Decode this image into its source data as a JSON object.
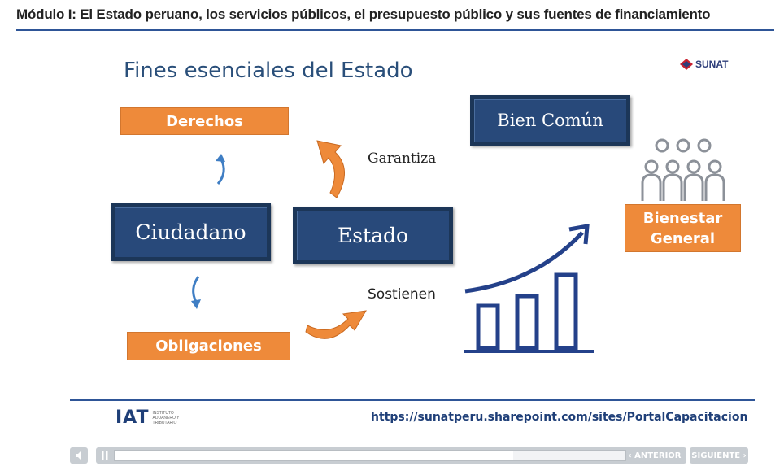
{
  "header": {
    "module_title": "Módulo I: El Estado peruano, los servicios públicos, el presupuesto público y sus fuentes de financiamiento"
  },
  "slide": {
    "title": "Fines esenciales del Estado",
    "logo_text": "SUNAT",
    "boxes": {
      "derechos": "Derechos",
      "ciudadano": "Ciudadano",
      "estado": "Estado",
      "obligaciones": "Obligaciones",
      "bien_comun": "Bien Común",
      "bienestar_line1": "Bienestar",
      "bienestar_line2": "General"
    },
    "labels": {
      "garantiza": "Garantiza",
      "sostienen": "Sostienen"
    },
    "colors": {
      "navy": "#28497a",
      "orange": "#ee8a3a",
      "rule": "#2e5597"
    }
  },
  "footer": {
    "iat_logo": "IAT",
    "iat_subtitle": "INSTITUTO ADUANERO Y TRIBUTARIO",
    "url": "https://sunatperu.sharepoint.com/sites/PortalCapacitacion"
  },
  "player": {
    "prev_label": "‹ ANTERIOR",
    "next_label": "SIGUIENTE ›",
    "progress": 0.78
  }
}
